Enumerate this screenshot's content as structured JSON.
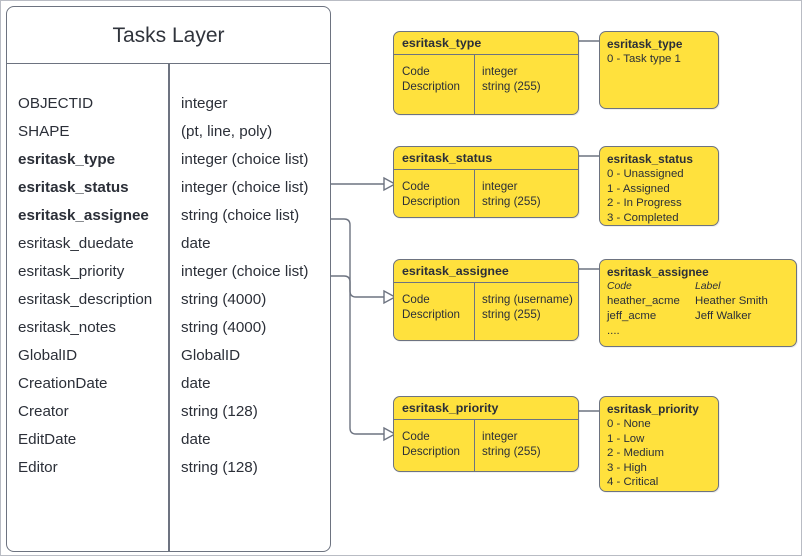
{
  "entity": {
    "title": "Tasks Layer",
    "fields": [
      {
        "name": "OBJECTID",
        "type": "integer",
        "bold": false
      },
      {
        "name": "SHAPE",
        "type": "(pt, line, poly)",
        "bold": false
      },
      {
        "name": "esritask_type",
        "type": "integer (choice list)",
        "bold": true
      },
      {
        "name": "esritask_status",
        "type": "integer (choice list)",
        "bold": true
      },
      {
        "name": "esritask_assignee",
        "type": "string (choice list)",
        "bold": true
      },
      {
        "name": "esritask_duedate",
        "type": "date",
        "bold": false
      },
      {
        "name": "esritask_priority",
        "type": "integer (choice list)",
        "bold": false
      },
      {
        "name": "esritask_description",
        "type": "string (4000)",
        "bold": false
      },
      {
        "name": "esritask_notes",
        "type": "string (4000)",
        "bold": false
      },
      {
        "name": "GlobalID",
        "type": "GlobalID",
        "bold": false
      },
      {
        "name": "CreationDate",
        "type": "date",
        "bold": false
      },
      {
        "name": "Creator",
        "type": "string (128)",
        "bold": false
      },
      {
        "name": "EditDate",
        "type": "date",
        "bold": false
      },
      {
        "name": "Editor",
        "type": "string (128)",
        "bold": false
      }
    ]
  },
  "domain_tables": {
    "type": {
      "title": "esritask_type",
      "left": [
        "Code",
        "Description"
      ],
      "right": [
        "integer",
        "string (255)"
      ]
    },
    "status": {
      "title": "esritask_status",
      "left": [
        "Code",
        "Description"
      ],
      "right": [
        "integer",
        "string (255)"
      ]
    },
    "assignee": {
      "title": "esritask_assignee",
      "left": [
        "Code",
        "Description"
      ],
      "right": [
        "string  (username)",
        "string (255)"
      ]
    },
    "priority": {
      "title": "esritask_priority",
      "left": [
        "Code",
        "Description"
      ],
      "right": [
        "integer",
        "string (255)"
      ]
    }
  },
  "domain_values": {
    "type": {
      "title": "esritask_type",
      "lines": [
        "0 - Task type 1"
      ]
    },
    "status": {
      "title": "esritask_status",
      "lines": [
        "0 - Unassigned",
        "1 - Assigned",
        "2 - In Progress",
        "3 - Completed"
      ]
    },
    "assignee": {
      "title": "esritask_assignee",
      "header": {
        "code": "Code",
        "label": "Label"
      },
      "rows": [
        {
          "code": "heather_acme",
          "label": "Heather Smith"
        },
        {
          "code": "jeff_acme",
          "label": "Jeff Walker"
        }
      ],
      "ellipsis": "...."
    },
    "priority": {
      "title": "esritask_priority",
      "lines": [
        "0 - None",
        "1 - Low",
        "2 - Medium",
        "3 - High",
        "4 - Critical"
      ]
    }
  },
  "colors": {
    "domain_fill": "#FFE13D",
    "stroke": "#6D7380",
    "text": "#2B2F38",
    "page_bg": "#FFFFFF"
  }
}
